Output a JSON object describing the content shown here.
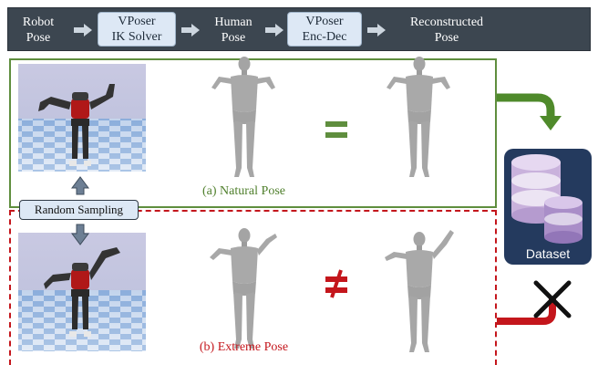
{
  "pipeline": {
    "steps": [
      {
        "label": "Robot\nPose",
        "boxed": false
      },
      {
        "label": "VPoser\nIK Solver",
        "boxed": true
      },
      {
        "label": "Human\nPose",
        "boxed": false
      },
      {
        "label": "VPoser\nEnc-Dec",
        "boxed": true
      },
      {
        "label": "Reconstructed\nPose",
        "boxed": false
      }
    ]
  },
  "natural": {
    "caption": "(a) Natural Pose",
    "relation_symbol": "="
  },
  "extreme": {
    "caption": "(b) Extreme Pose",
    "relation_symbol": "≠"
  },
  "sampling_label": "Random Sampling",
  "dataset_label": "Dataset",
  "colors": {
    "pipeline_bg": "#3c4650",
    "step_box": "#dde8f5",
    "natural_accent": "#5f8e3e",
    "extreme_accent": "#c4161c",
    "database": "#243a5e",
    "body_gray": "#a9a9a9"
  }
}
